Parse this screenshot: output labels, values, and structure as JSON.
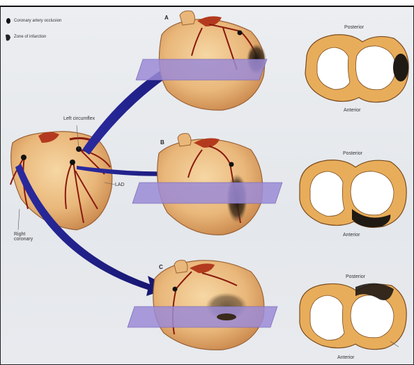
{
  "legend": {
    "occlusion": "Coronary artery occlusion",
    "infarction": "Zone of infarction"
  },
  "panels": [
    {
      "letter": "A",
      "posterior": "Posterior",
      "anterior": "Anterior"
    },
    {
      "letter": "B",
      "posterior": "Posterior",
      "anterior": "Anterior"
    },
    {
      "letter": "C",
      "posterior": "Posterior",
      "anterior": "Anterior"
    }
  ],
  "labels": {
    "left_circumflex": "Left circumflex",
    "lad": "LAD",
    "right_coronary": "Right coronary"
  },
  "colors": {
    "heart": "#e9b77a",
    "heart_dark": "#c9864b",
    "artery": "#9b1a0e",
    "arrow": "#1f1f8c",
    "plane": "#9b8bd6",
    "myocardium": "#e8ad5a",
    "infarct": "#2a1f14"
  }
}
